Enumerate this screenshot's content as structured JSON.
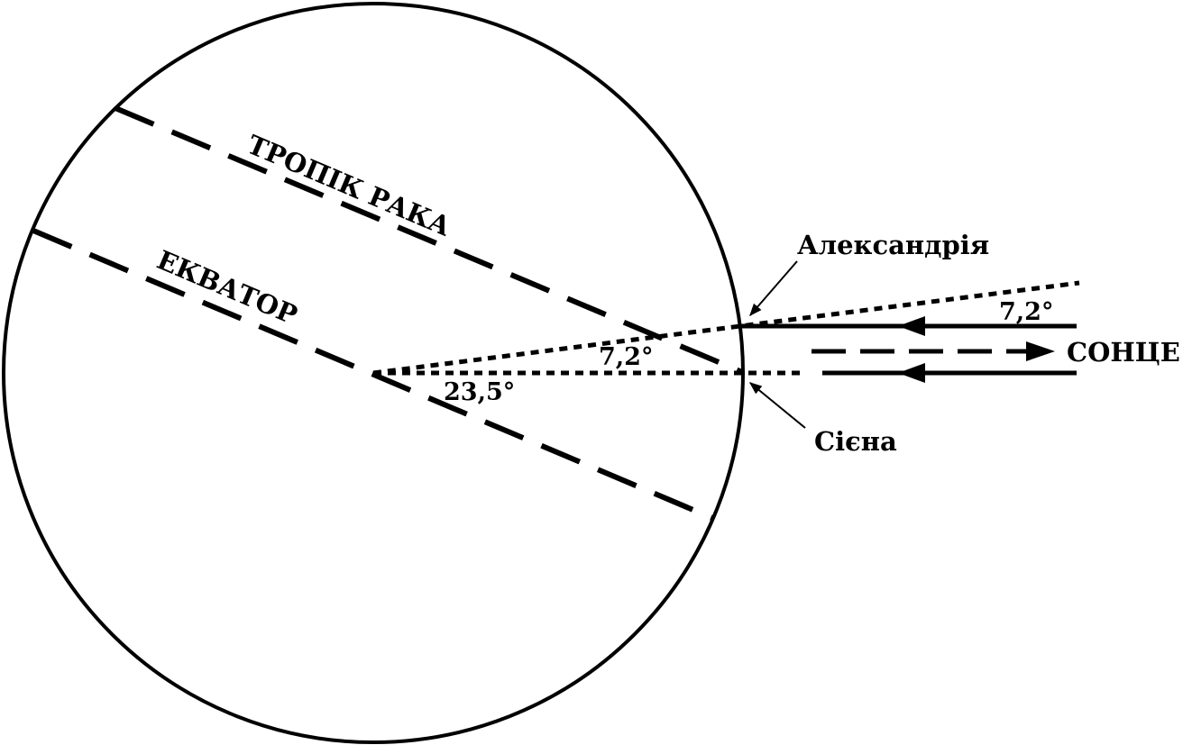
{
  "labels": {
    "tropic": "ТРОПІК РАКА",
    "equator": "ЕКВАТОР",
    "alexandria": "Александрія",
    "syene": "Сієна",
    "sun": "СОНЦЕ",
    "angle_alexandria_rays": "7,2°",
    "angle_center": "7,2°",
    "angle_tilt": "23,5°"
  },
  "colors": {
    "ink": "#000000",
    "background": "#ffffff"
  }
}
